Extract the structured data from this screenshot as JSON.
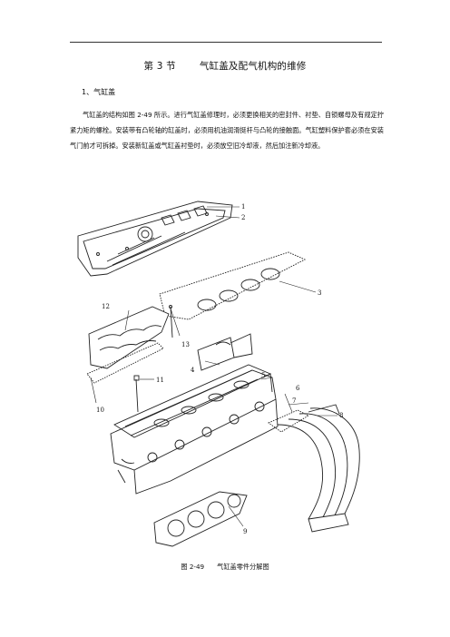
{
  "section": {
    "number": "第 3 节",
    "title": "气缸盖及配气机构的维修"
  },
  "subsection": "1、气缸盖",
  "paragraph": "气缸盖的结构如图 2-49 所示。进行气缸盖修理时，必须更换相关的密封件、衬垫、自锁螺母及有规定拧紧力矩的螺栓。安装带有凸轮轴的缸盖时，必须用机油润滑挺杆与凸轮的接触面。气缸塑料保护套必须在安装气门前才可拆掉。安装新缸盖或气缸盖衬垫时，必须放空旧冷却液，然后加注新冷却液。",
  "figure": {
    "number": "图 2-49",
    "caption": "气缸盖零件分解图",
    "callouts": [
      "1",
      "2",
      "3",
      "4",
      "5",
      "6",
      "7",
      "8",
      "9",
      "10",
      "11",
      "12",
      "13"
    ]
  }
}
